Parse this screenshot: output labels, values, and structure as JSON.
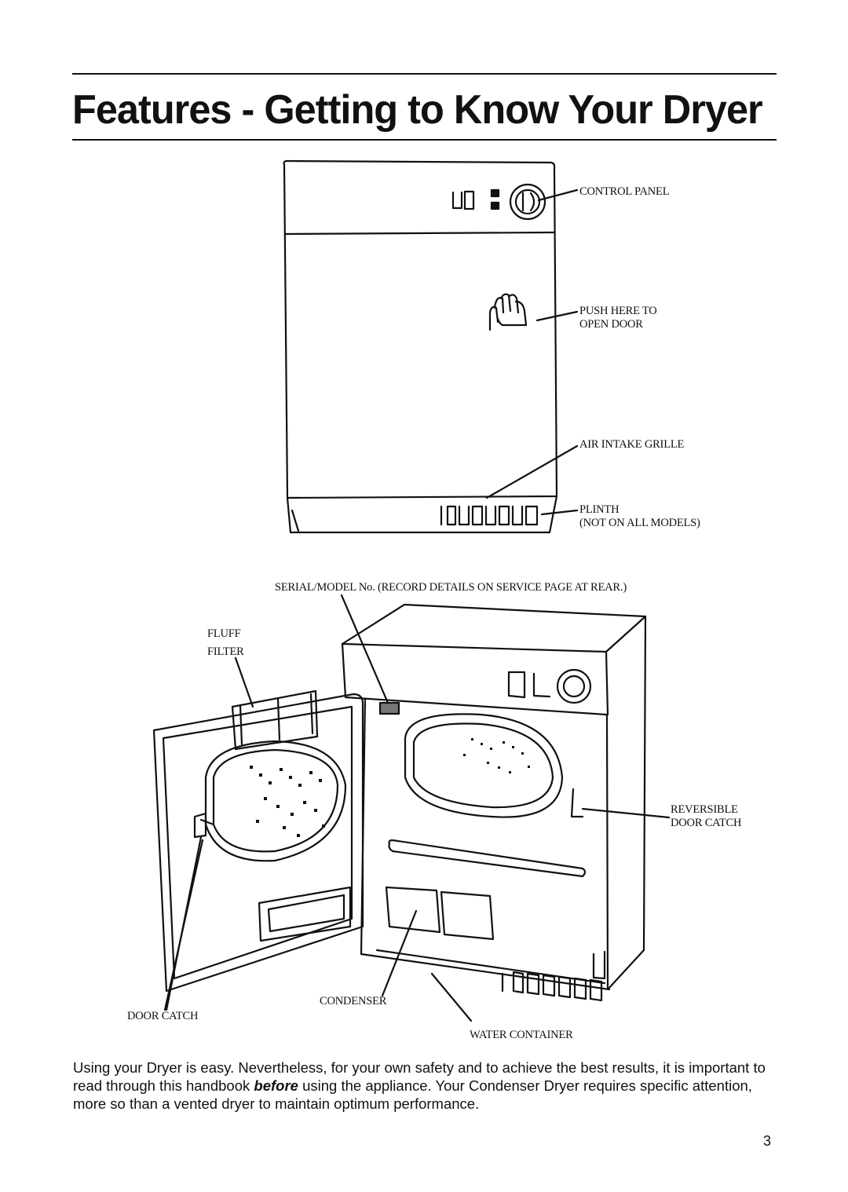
{
  "page": {
    "title": "Features - Getting to Know Your Dryer",
    "page_number": "3"
  },
  "labels": {
    "control_panel": "CONTROL PANEL",
    "push_here_1": "PUSH HERE TO",
    "push_here_2": "OPEN DOOR",
    "air_intake": "AIR INTAKE GRILLE",
    "plinth_1": "PLINTH",
    "plinth_2": "(NOT ON ALL MODELS)",
    "serial": "SERIAL/MODEL No. (RECORD DETAILS ON SERVICE PAGE AT REAR.)",
    "fluff_1": "FLUFF",
    "fluff_2": "FILTER",
    "reversible_1": "REVERSIBLE",
    "reversible_2": "DOOR CATCH",
    "condenser": "CONDENSER",
    "door_catch": "DOOR CATCH",
    "water_container": "WATER CONTAINER"
  },
  "intro": {
    "before_emphasis": "Using your Dryer is easy. Nevertheless, for your own safety and to achieve the best results, it is important to read through this handbook ",
    "emphasis": "before",
    "after_emphasis": " using the appliance. Your Condenser Dryer requires specific attention, more so than a vented dryer to maintain optimum performance."
  }
}
